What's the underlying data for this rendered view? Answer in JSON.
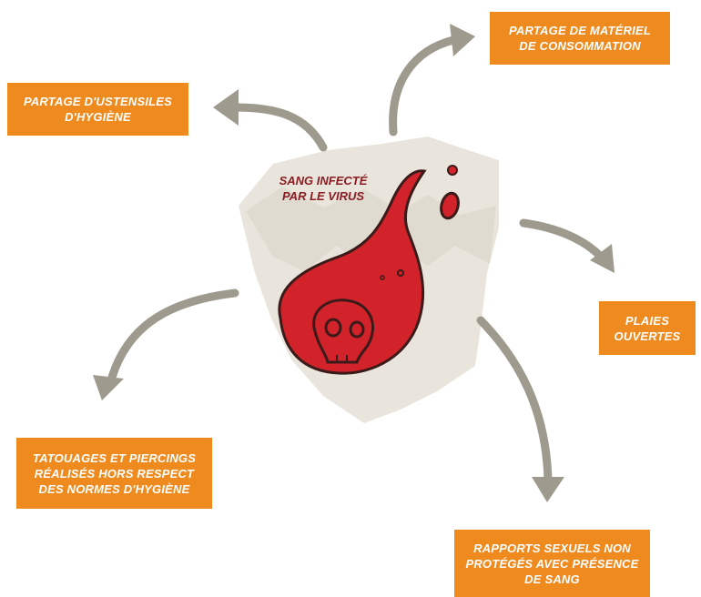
{
  "center": {
    "line1": "SANG INFECTÉ",
    "line2": "PAR LE VIRUS"
  },
  "boxes": {
    "materiel": [
      "PARTAGE DE MATÉRIEL",
      "DE CONSOMMATION"
    ],
    "ustensiles": [
      "PARTAGE D'USTENSILES",
      "D'HYGIÈNE"
    ],
    "plaies": [
      "PLAIES",
      "OUVERTES"
    ],
    "tatouages": [
      "TATOUAGES ET PIERCINGS",
      "RÉALISÉS HORS RESPECT",
      "DES NORMES D'HYGIÈNE"
    ],
    "rapports": [
      "RAPPORTS SEXUELS NON",
      "PROTÉGÉS AVEC PRÉSENCE",
      "DE SANG"
    ]
  },
  "colors": {
    "box_bg": "#ee8a1e",
    "arrow": "#9e9a8e",
    "blood": "#d2232a",
    "label": "#8a1c22",
    "backdrop": "#e9e5dc"
  }
}
